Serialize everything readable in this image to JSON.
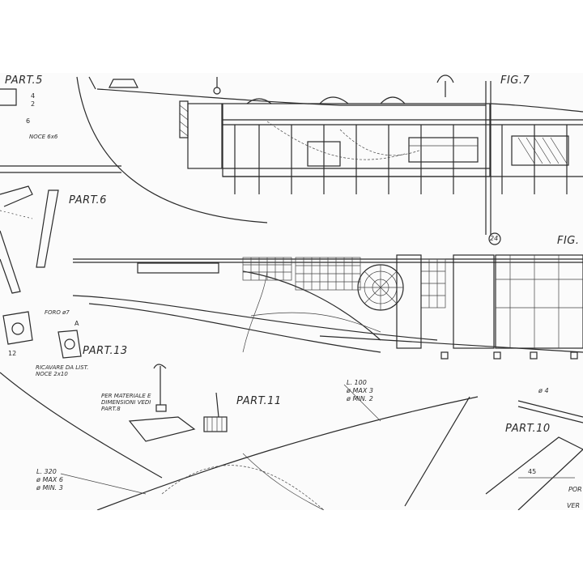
{
  "labels": {
    "part5": "PART.5",
    "part6": "PART.6",
    "part10": "PART.10",
    "part11": "PART.11",
    "part13": "PART.13",
    "fig7": "FIG.7",
    "fig_partial": "FIG.",
    "foro": "FORO ø7",
    "ricavare": "RICAVARE DA LIST. NOCE 2x10",
    "noce": "NOCE 6x6",
    "per_materiale": "PER MATERIALE E DIMENSIONI VEDI PART.8",
    "spec_100": "L. 100",
    "spec_100_max": "ø MAX 3",
    "spec_100_min": "ø MIN. 2",
    "spec_320": "L. 320",
    "spec_320_max": "ø MAX 6",
    "spec_320_min": "ø MIN. 3",
    "dia4": "ø 4",
    "dim_45": "45",
    "dim_12": "12",
    "dim_6": "6",
    "dim_4": "4",
    "dim_2": "2",
    "dim_A": "A",
    "circle_24": "24",
    "por": "POR",
    "ver": "VER"
  }
}
